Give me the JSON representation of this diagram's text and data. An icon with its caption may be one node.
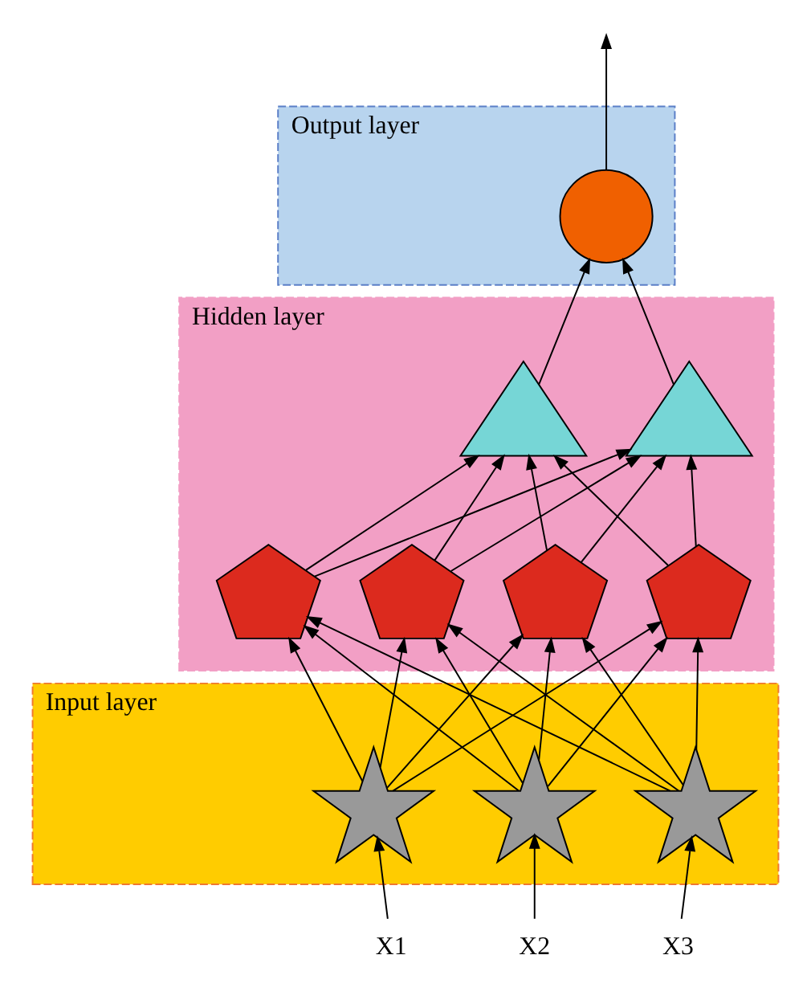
{
  "diagram": {
    "nodes": [
      {
        "text": [
          "Output layer"
        ]
      },
      {
        "text": [],
        "shape": "circle",
        "in": 0
      },
      {
        "text": [
          "Hidden layer"
        ]
      },
      {
        "text": [],
        "shape": "triangle",
        "in": 2
      },
      {
        "text": [],
        "shape": "triangle",
        "in": 2
      },
      {
        "text": [],
        "shape": "pentagon",
        "in": 2
      },
      {
        "text": [],
        "shape": "pentagon",
        "in": 2
      },
      {
        "text": [],
        "shape": "pentagon",
        "in": 2
      },
      {
        "text": [],
        "shape": "pentagon",
        "in": 2
      },
      {
        "text": [
          "Input layer"
        ]
      },
      {
        "text": [],
        "shape": "star",
        "in": 9
      },
      {
        "text": [],
        "shape": "star",
        "in": 9
      },
      {
        "text": [],
        "shape": "star",
        "in": 9
      },
      {
        "text": [
          "X1"
        ]
      },
      {
        "text": [
          "X2"
        ]
      },
      {
        "text": [
          "X3"
        ]
      }
    ],
    "edges": [
      {
        "from": 1,
        "to": null,
        "arrow": "to"
      },
      {
        "from": 3,
        "to": 1,
        "arrow": "to"
      },
      {
        "from": 4,
        "to": 1,
        "arrow": "to"
      },
      {
        "from": 5,
        "to": 3,
        "arrow": "to"
      },
      {
        "from": 5,
        "to": 4,
        "arrow": "to"
      },
      {
        "from": 6,
        "to": 3,
        "arrow": "to"
      },
      {
        "from": 6,
        "to": 4,
        "arrow": "to"
      },
      {
        "from": 7,
        "to": 3,
        "arrow": "to"
      },
      {
        "from": 7,
        "to": 4,
        "arrow": "to"
      },
      {
        "from": 8,
        "to": 3,
        "arrow": "to"
      },
      {
        "from": 8,
        "to": 4,
        "arrow": "to"
      },
      {
        "from": 10,
        "to": 5,
        "arrow": "to"
      },
      {
        "from": 10,
        "to": 6,
        "arrow": "to"
      },
      {
        "from": 10,
        "to": 7,
        "arrow": "to"
      },
      {
        "from": 10,
        "to": 8,
        "arrow": "to"
      },
      {
        "from": 11,
        "to": 5,
        "arrow": "to"
      },
      {
        "from": 11,
        "to": 6,
        "arrow": "to"
      },
      {
        "from": 11,
        "to": 7,
        "arrow": "to"
      },
      {
        "from": 11,
        "to": 8,
        "arrow": "to"
      },
      {
        "from": 12,
        "to": 5,
        "arrow": "to"
      },
      {
        "from": 12,
        "to": 6,
        "arrow": "to"
      },
      {
        "from": 12,
        "to": 7,
        "arrow": "to"
      },
      {
        "from": 12,
        "to": 8,
        "arrow": "to"
      },
      {
        "from": 13,
        "to": 10,
        "arrow": "to"
      },
      {
        "from": 14,
        "to": 11,
        "arrow": "to"
      },
      {
        "from": 15,
        "to": 12,
        "arrow": "to"
      }
    ]
  }
}
